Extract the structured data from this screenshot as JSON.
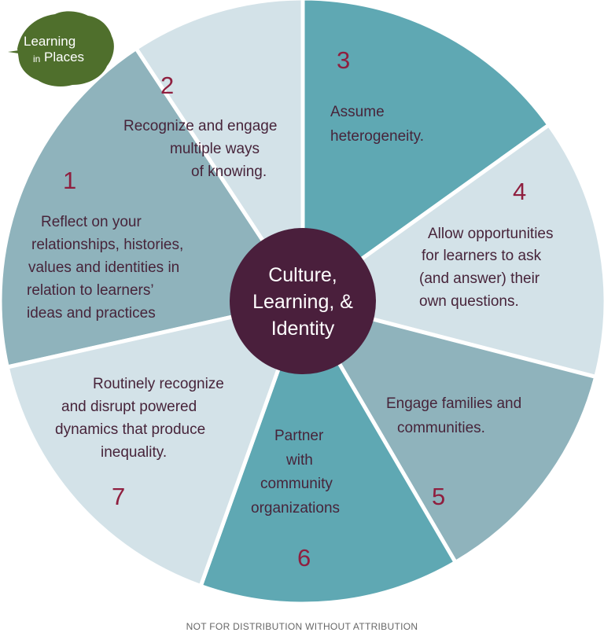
{
  "logo": {
    "line1": "Learning",
    "line2_small": "in",
    "line2_big": "Places",
    "leaf_color": "#4f6f2c"
  },
  "center": {
    "lines": [
      "Culture,",
      "Learning, &",
      "Identity"
    ],
    "color": "#4a1f3c"
  },
  "segments": [
    {
      "number": "1",
      "color": "#8fb3bc",
      "lines": [
        "Reflect on your",
        "relationships, histories,",
        "values and identities in",
        "relation to learners’",
        "ideas and practices"
      ]
    },
    {
      "number": "2",
      "color": "#d3e2e8",
      "lines": [
        "Recognize and engage",
        "multiple ways",
        "of knowing."
      ]
    },
    {
      "number": "3",
      "color": "#5fa8b3",
      "lines": [
        "Assume",
        "heterogeneity."
      ]
    },
    {
      "number": "4",
      "color": "#d3e2e8",
      "lines": [
        "Allow opportunities",
        "for learners to ask",
        "(and answer) their",
        "own questions."
      ]
    },
    {
      "number": "5",
      "color": "#8fb3bc",
      "lines": [
        "Engage families and",
        "communities."
      ]
    },
    {
      "number": "6",
      "color": "#5fa8b3",
      "lines": [
        "Partner",
        "with",
        "community",
        "organizations"
      ]
    },
    {
      "number": "7",
      "color": "#d3e2e8",
      "lines": [
        "Routinely recognize",
        "and disrupt powered",
        "dynamics that produce",
        "inequality."
      ]
    }
  ],
  "footer": "NOT FOR DISTRIBUTION WITHOUT ATTRIBUTION",
  "colors": {
    "text": "#47243a",
    "number": "#8f1f3f",
    "divider": "#ffffff"
  }
}
